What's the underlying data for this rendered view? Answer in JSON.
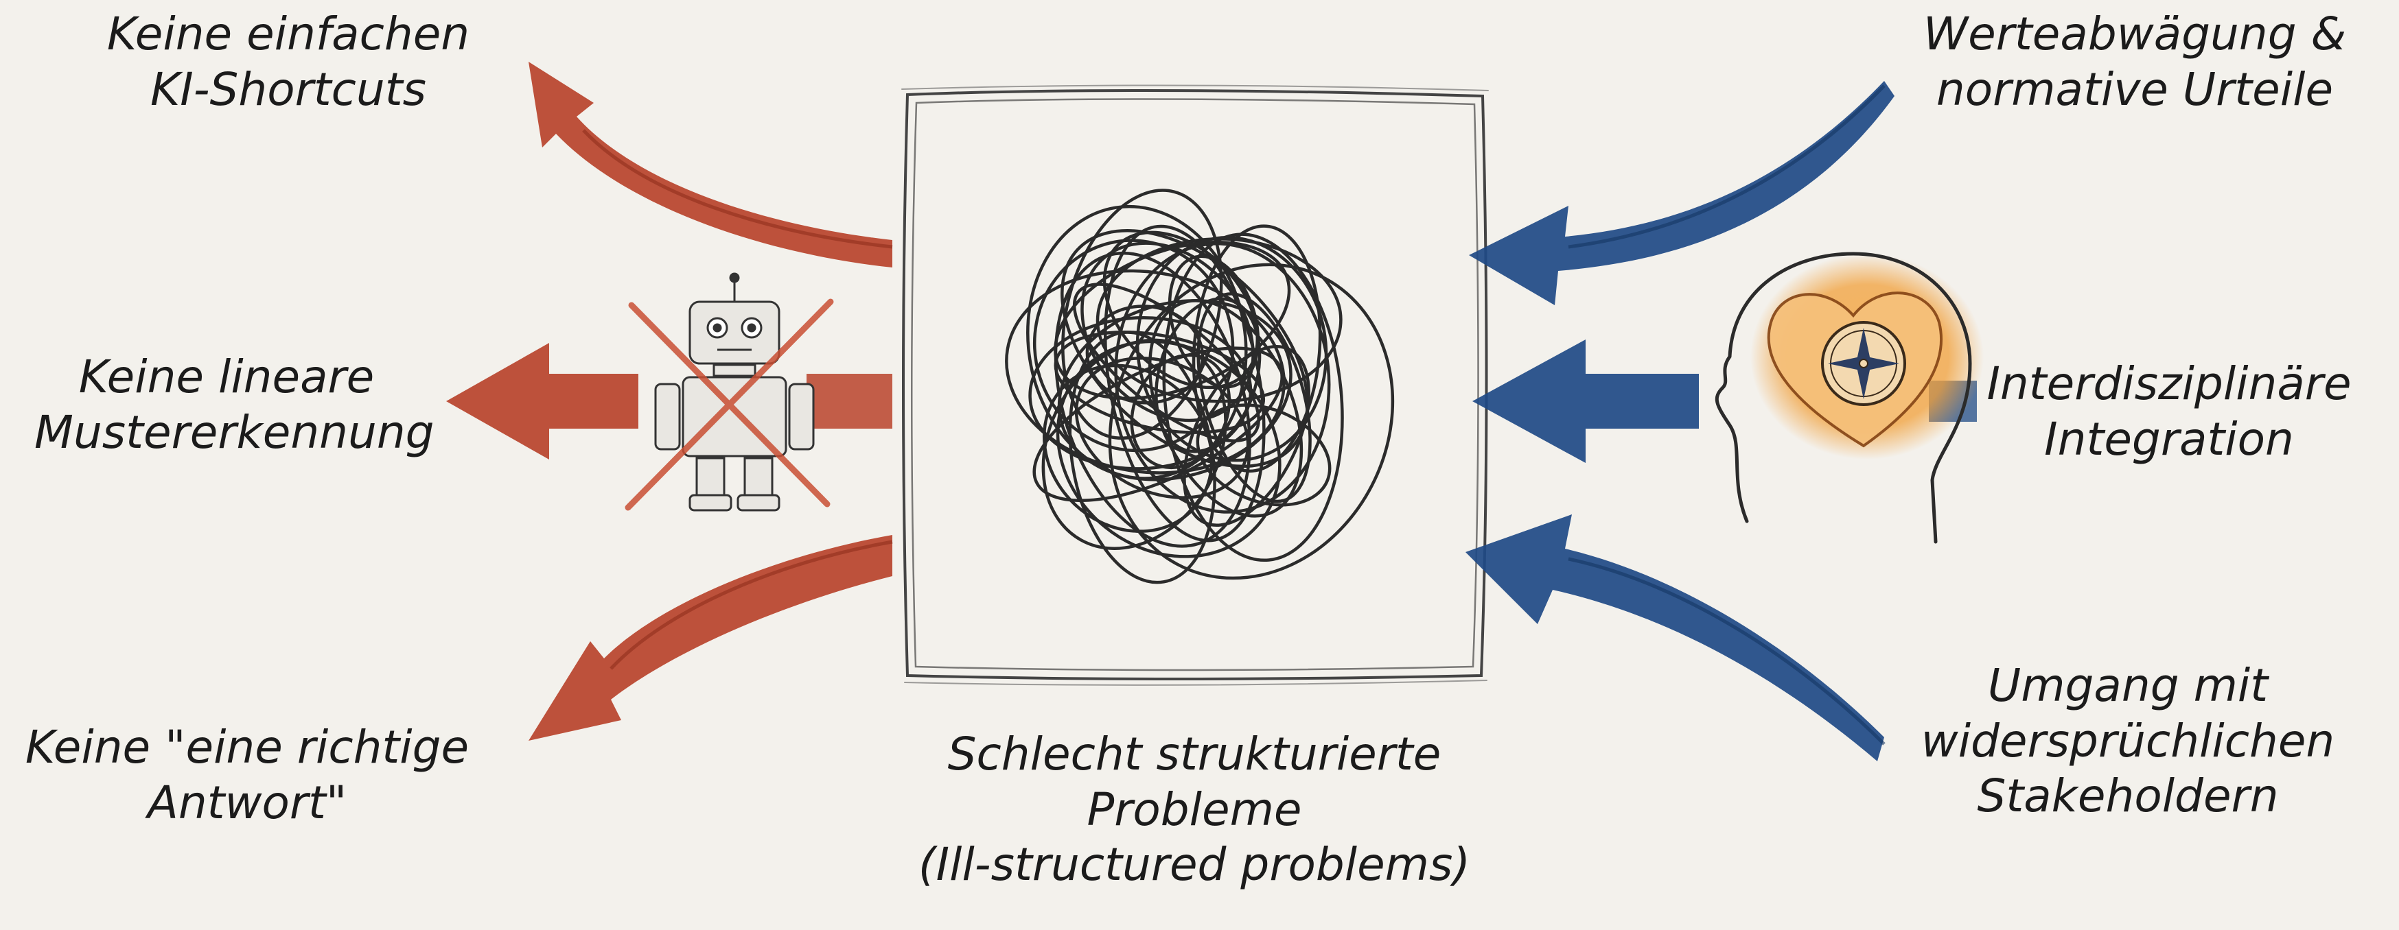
{
  "center": {
    "caption": [
      "Schlecht strukturierte",
      "Probleme",
      "(Ill-structured problems)"
    ]
  },
  "left_labels": [
    [
      "Keine einfachen",
      "KI-Shortcuts"
    ],
    [
      "Keine lineare",
      "Mustererkennung"
    ],
    [
      "Keine \"eine richtige",
      "Antwort\""
    ]
  ],
  "right_labels": [
    [
      "Werteabwägung &",
      "normative Urteile"
    ],
    [
      "Interdisziplinäre",
      "Integration"
    ],
    [
      "Umgang mit",
      "widersprüchlichen",
      "Stakeholdern"
    ]
  ],
  "colors": {
    "red_arrow": "#b8432b",
    "blue_arrow": "#1f4a86",
    "tangle": "#2b2b2b",
    "head_glow": "#f2a03a"
  },
  "icons": [
    "robot-icon",
    "crossed-out-x-icon",
    "human-head-icon",
    "heart-icon",
    "compass-icon",
    "tangle-icon"
  ]
}
